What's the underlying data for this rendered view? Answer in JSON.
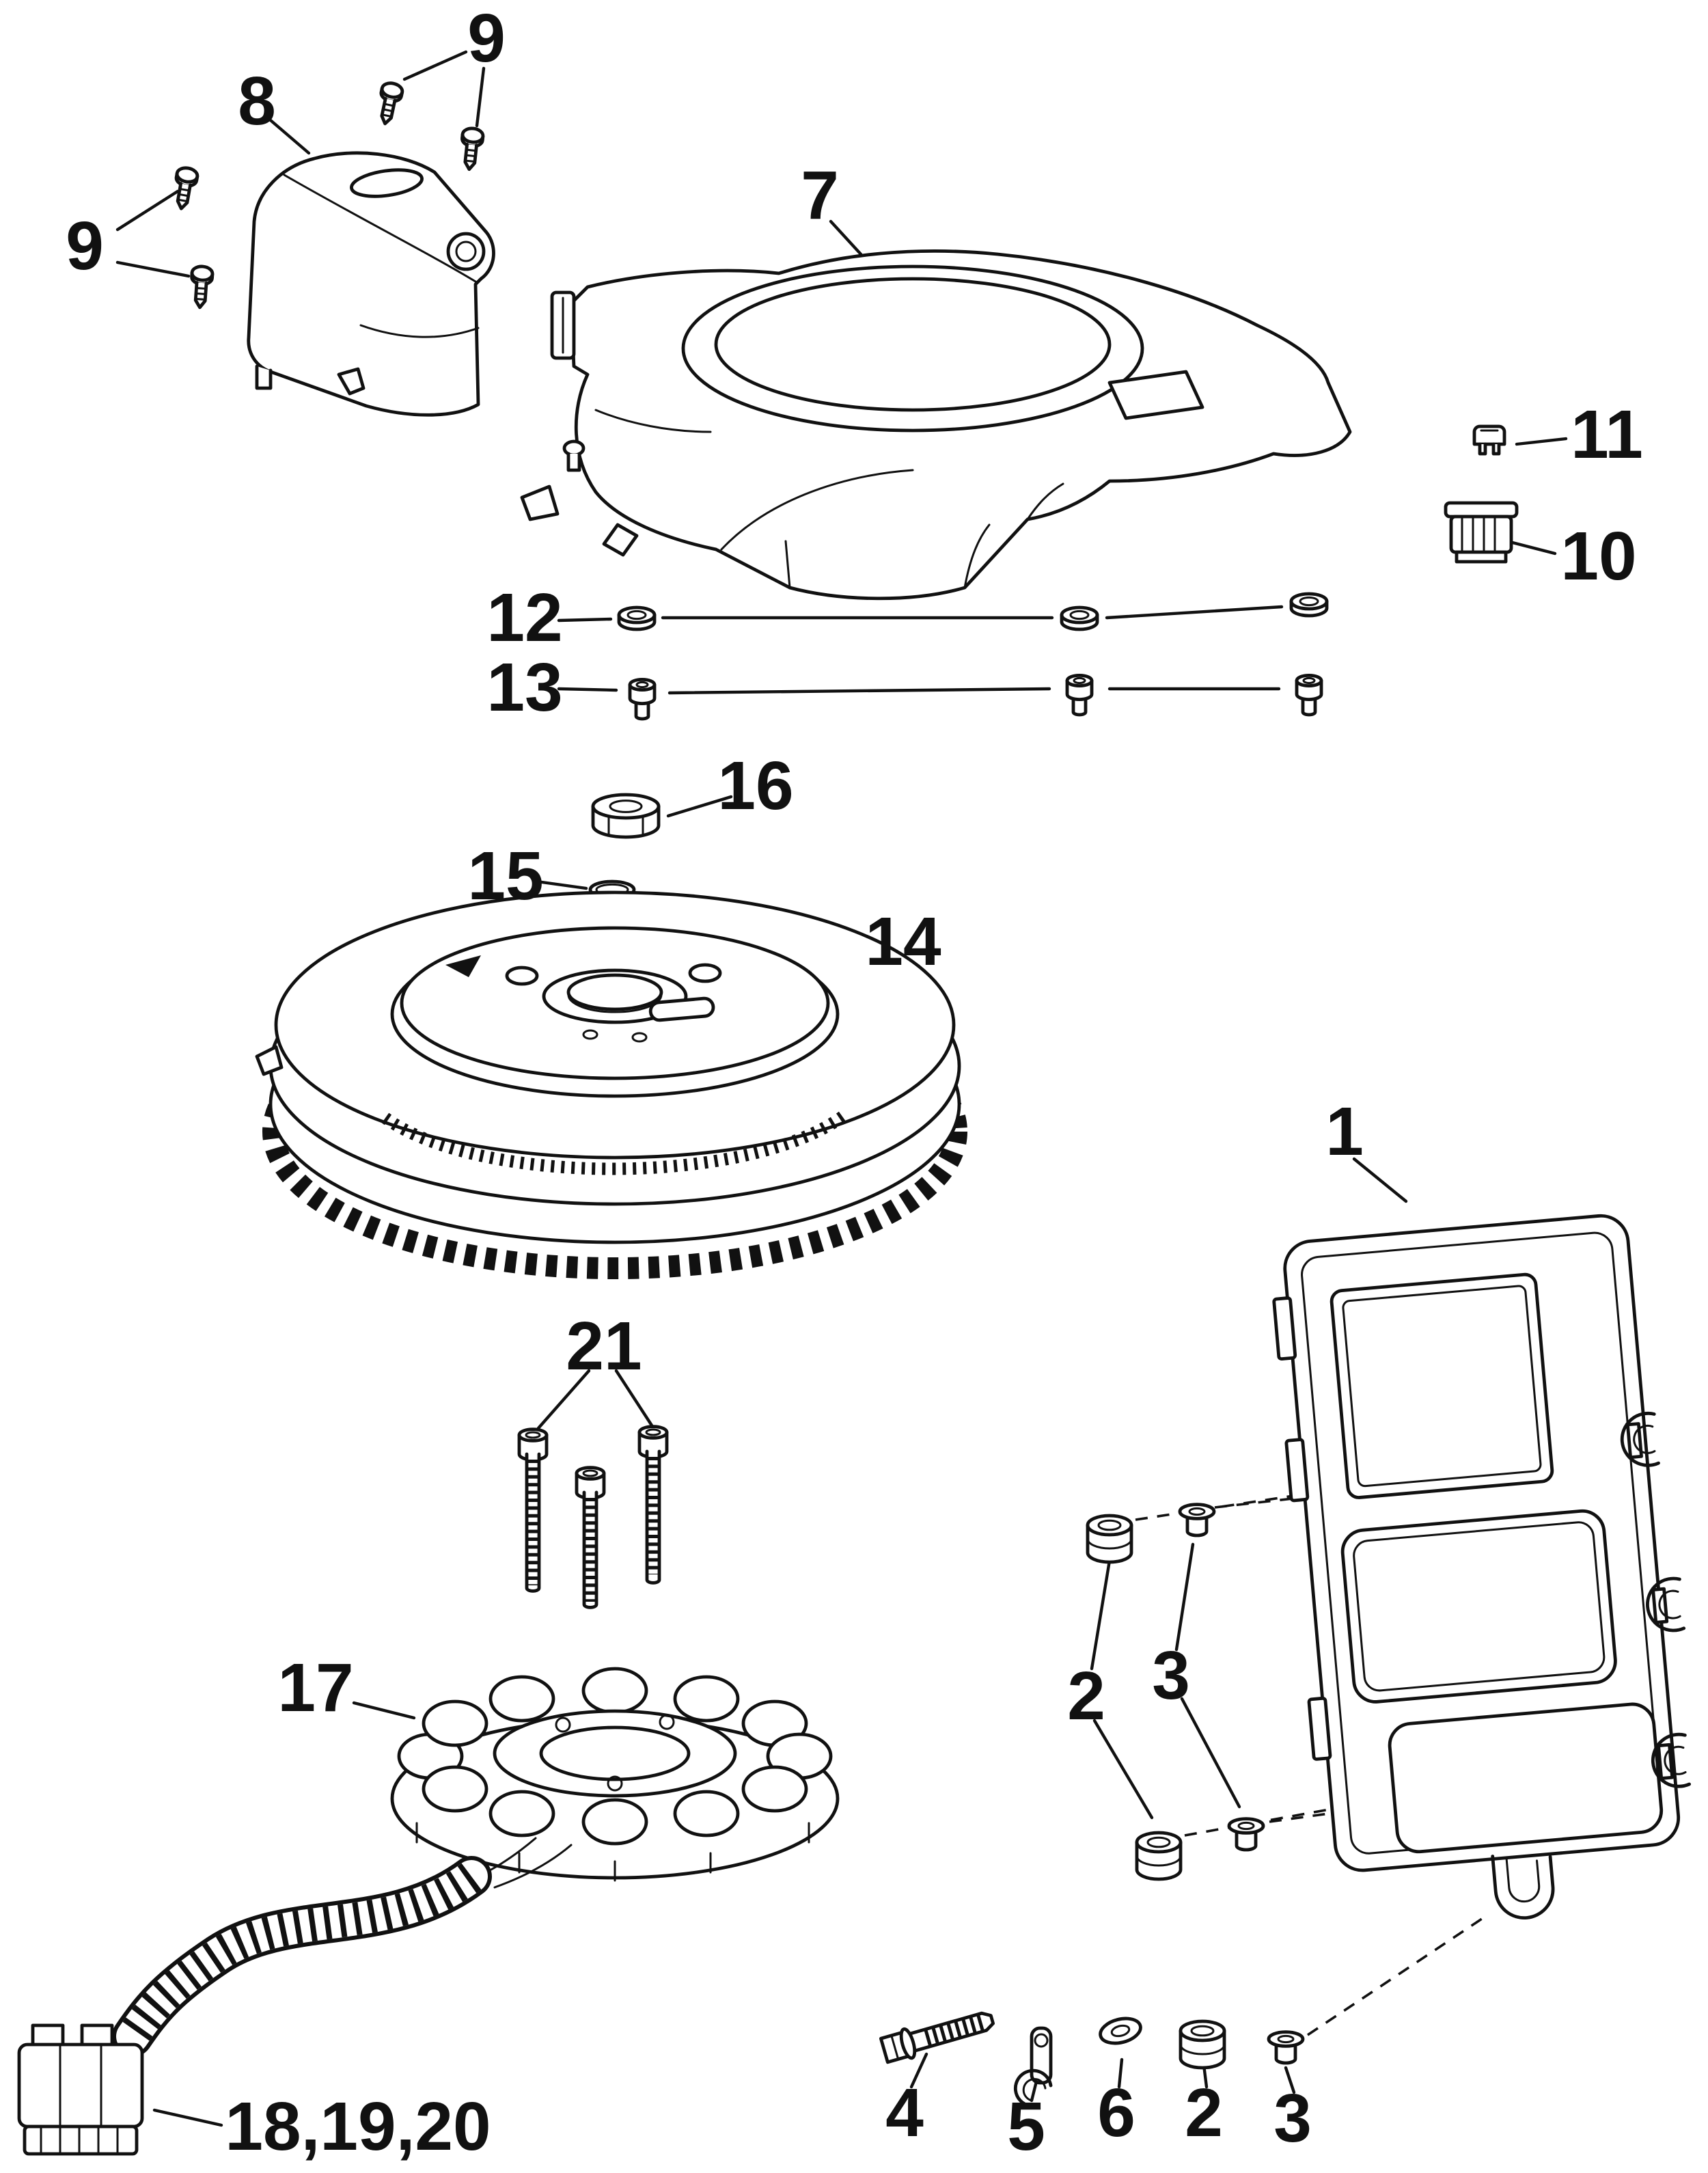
{
  "page": {
    "background": "#ffffff",
    "ink": "#111111"
  },
  "figure": {
    "type": "exploded-parts-diagram"
  },
  "parts_visible": [
    "1",
    "2",
    "3",
    "4",
    "5",
    "6",
    "7",
    "8",
    "9",
    "10",
    "11",
    "12",
    "13",
    "14",
    "15",
    "16",
    "17",
    "18,19,20",
    "21"
  ],
  "callouts": [
    {
      "part": "9"
    },
    {
      "part": "8"
    },
    {
      "part": "9"
    },
    {
      "part": "7"
    },
    {
      "part": "11"
    },
    {
      "part": "10"
    },
    {
      "part": "12"
    },
    {
      "part": "13"
    },
    {
      "part": "16"
    },
    {
      "part": "15"
    },
    {
      "part": "14"
    },
    {
      "part": "1"
    },
    {
      "part": "21"
    },
    {
      "part": "17"
    },
    {
      "part": "2"
    },
    {
      "part": "3"
    },
    {
      "part": "4"
    },
    {
      "part": "5"
    },
    {
      "part": "6"
    },
    {
      "part": "2"
    },
    {
      "part": "3"
    },
    {
      "part": "18,19,20"
    }
  ]
}
